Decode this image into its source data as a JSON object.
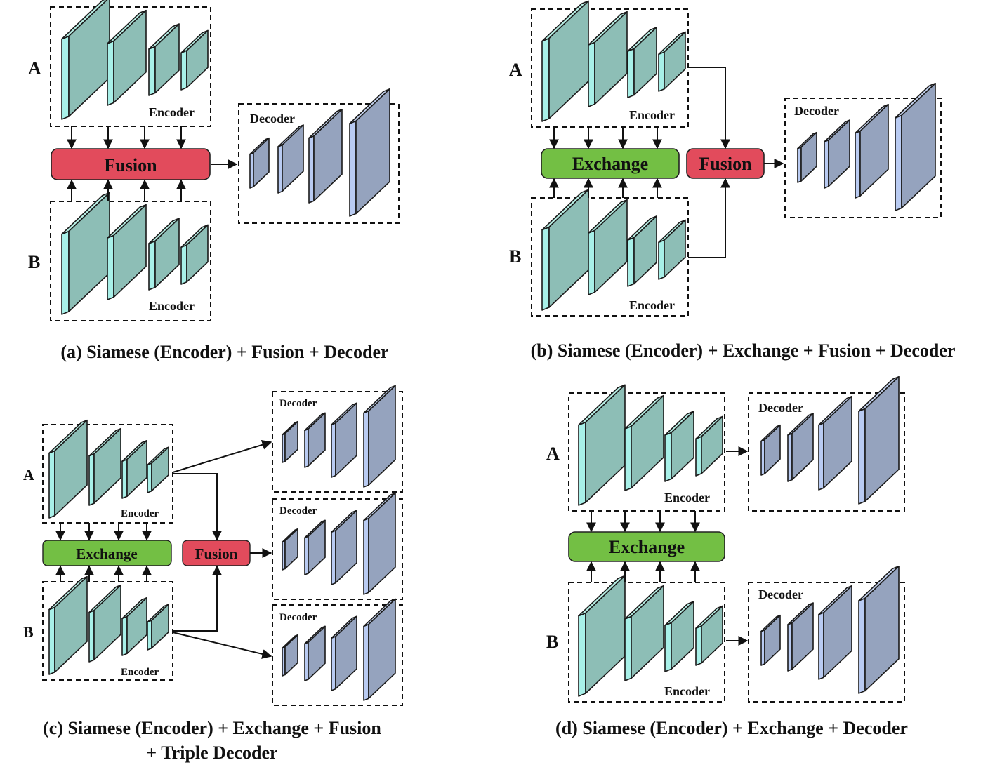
{
  "colors": {
    "encoder_front": "#8DBEB6",
    "encoder_side": "#A8F0E8",
    "encoder_top": "#B8EEE4",
    "decoder_front": "#95A3BE",
    "decoder_side": "#B9CBF2",
    "decoder_top": "#C2D0EC",
    "fusion": "#E24B5C",
    "exchange": "#73BF44"
  },
  "labels": {
    "encoder": "Encoder",
    "decoder": "Decoder",
    "fusion": "Fusion",
    "exchange": "Exchange",
    "input_a": "A",
    "input_b": "B"
  },
  "captions": {
    "a": "(a)  Siamese (Encoder) + Fusion + Decoder",
    "b": "(b)  Siamese (Encoder) + Exchange + Fusion + Decoder",
    "c_line1": "(c)  Siamese (Encoder) + Exchange + Fusion",
    "c_line2": "+ Triple Decoder",
    "d": "(d)  Siamese (Encoder) + Exchange + Decoder"
  }
}
